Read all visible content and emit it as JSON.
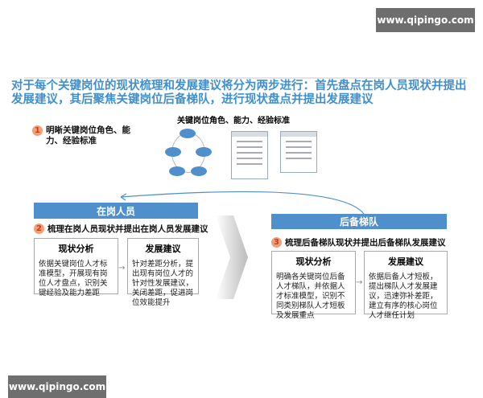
{
  "watermark": "www.qipingo.com",
  "title": "对于每个关键岗位的现状梳理和发展建议将分为两步进行：首先盘点在岗人员现状并提出发展建议，其后聚焦关键岗位后备梯队，进行现状盘点并提出发展建议",
  "step1": {
    "num": "1",
    "text": "明晰关键岗位角色、能力、经验标准"
  },
  "diagram_title": "关键岗位角色、能力、经验标准",
  "left": {
    "header": "在岗人员",
    "step": {
      "num": "2",
      "text": "梳理在岗人员现状并提出在岗人员发展建议"
    },
    "analysis": {
      "title": "现状分析",
      "text": "依据关键岗位人才标准模型，开展现有岗位人才盘点，识别关键经验及能力差距"
    },
    "advice": {
      "title": "发展建议",
      "text": "针对差距分析，提出现有岗位人才的针对性发展建议，关闭差距，促进岗位效能提升"
    }
  },
  "right": {
    "header": "后备梯队",
    "step": {
      "num": "3",
      "text": "梳理后备梯队现状并提出后备梯队发展建议"
    },
    "analysis": {
      "title": "现状分析",
      "text": "明确各关键岗位后备人才梯队，并依据人才标准模型，识别不同类别梯队人才短板及发展重点"
    },
    "advice": {
      "title": "发展建议",
      "text": "依据后备人才短板，提出梯队人才发展建议，迅速弥补差距，建立有序的核心岗位人才继任计划"
    }
  },
  "colors": {
    "accent": "#4f8fcc",
    "title": "#3f8fce",
    "badge": "#f0a078"
  }
}
